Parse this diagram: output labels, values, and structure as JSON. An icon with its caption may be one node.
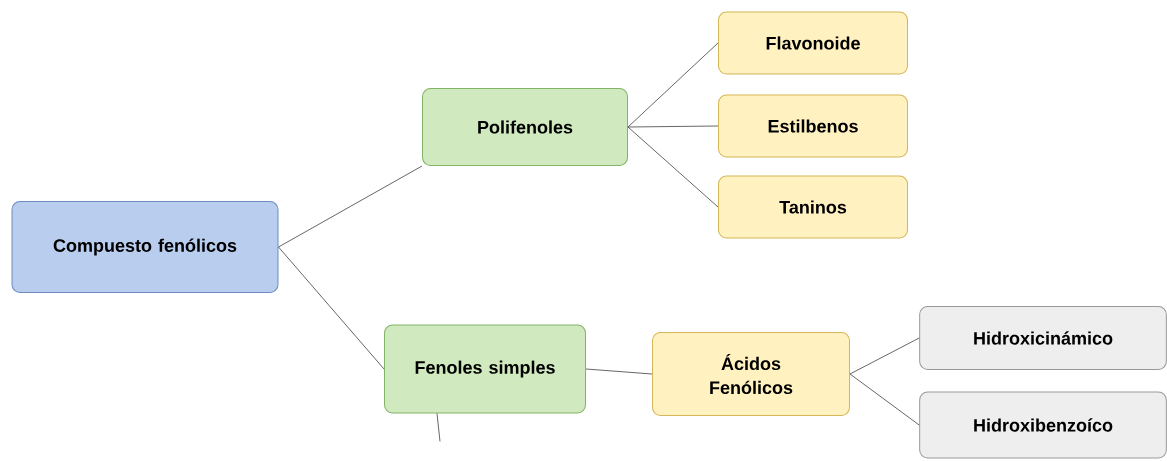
{
  "diagram": {
    "nodes": [
      {
        "text": [
          "Compuesto fenólicos"
        ]
      },
      {
        "text": [
          "Polifenoles"
        ]
      },
      {
        "text": [
          "Fenoles simples"
        ]
      },
      {
        "text": [
          "Flavonoide"
        ]
      },
      {
        "text": [
          "Estilbenos"
        ]
      },
      {
        "text": [
          "Taninos"
        ]
      },
      {
        "text": [
          "Ácidos Fenólicos"
        ]
      },
      {
        "text": [
          "Hidroxicinámico"
        ]
      },
      {
        "text": [
          "Hidroxibenzoíco"
        ]
      }
    ],
    "edges": [
      {
        "from": 0,
        "to": 1,
        "arrow": "none"
      },
      {
        "from": 0,
        "to": 2,
        "arrow": "none"
      },
      {
        "from": 1,
        "to": 3,
        "arrow": "none"
      },
      {
        "from": 1,
        "to": 4,
        "arrow": "none"
      },
      {
        "from": 1,
        "to": 5,
        "arrow": "none"
      },
      {
        "from": 2,
        "to": 6,
        "arrow": "none"
      },
      {
        "from": 6,
        "to": 7,
        "arrow": "none"
      },
      {
        "from": 6,
        "to": 8,
        "arrow": "none"
      },
      {
        "from": 2,
        "to": null,
        "arrow": "none"
      }
    ]
  }
}
